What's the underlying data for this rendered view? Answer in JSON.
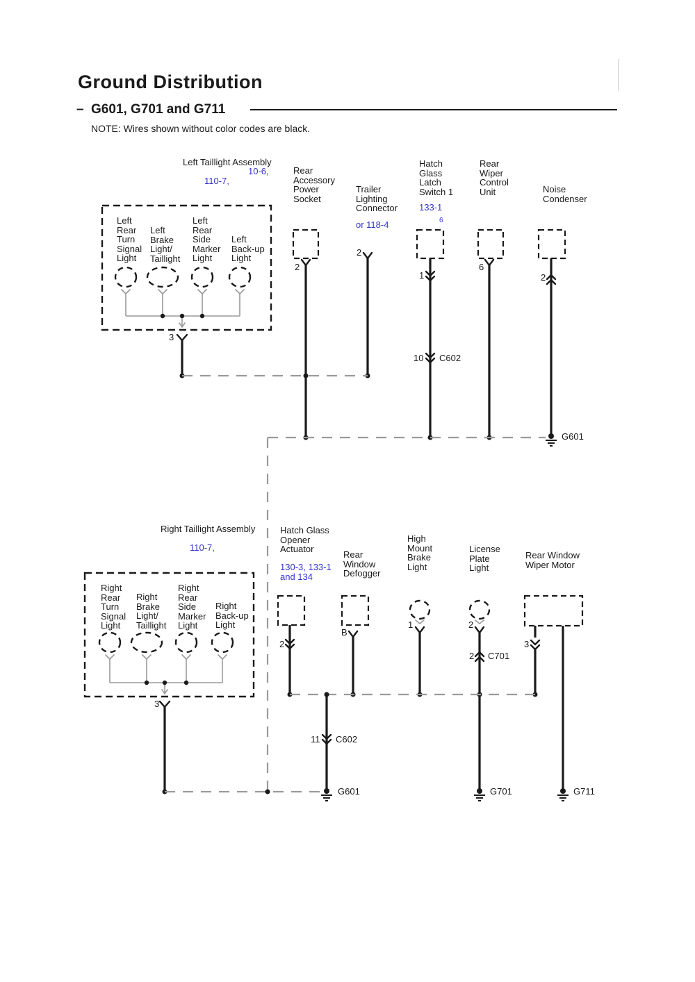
{
  "header": {
    "title": "Ground Distribution",
    "dash": "–",
    "subtitle": "G601, G701 and G711",
    "note": "NOTE: Wires shown without color codes are black."
  },
  "colors": {
    "ref_blue": "#3333cc",
    "wire_black": "#1a1a1a",
    "wire_gray": "#9a9a9a"
  },
  "left_assembly": {
    "title": "Left Taillight Assembly",
    "ref1": "10-6,",
    "ref2": "110-7,",
    "pin": "3",
    "bulbs": [
      "Left\nRear\nTurn\nSignal\nLight",
      "Left\nBrake\nLight/\nTaillight",
      "Left\nRear\nSide\nMarker\nLight",
      "Left\nBack-up\nLight"
    ]
  },
  "right_assembly": {
    "title": "Right Taillight Assembly",
    "ref": "110-7,",
    "pin": "3",
    "bulbs": [
      "Right\nRear\nTurn\nSignal\nLight",
      "Right\nBrake\nLight/\nTaillight",
      "Right\nRear\nSide\nMarker\nLight",
      "Right\nBack-up\nLight"
    ]
  },
  "components": {
    "rear_accessory": {
      "name": "Rear\nAccessory\nPower\nSocket",
      "pin": "2"
    },
    "trailer": {
      "name": "Trailer\nLighting\nConnector",
      "ref": "or 118-4",
      "pin": "2"
    },
    "hatch_latch": {
      "name": "Hatch\nGlass\nLatch\nSwitch 1",
      "ref": "133-1",
      "sup": "6",
      "pin": "1"
    },
    "wiper_unit": {
      "name": "Rear\nWiper\nControl\nUnit",
      "pin": "6"
    },
    "noise_condenser": {
      "name": "Noise\nCondenser",
      "pin": "2"
    },
    "hatch_opener": {
      "name": "Hatch Glass\nOpener\nActuator",
      "ref": "130-3, 133-1\nand 134",
      "pin": "2"
    },
    "defogger": {
      "name": "Rear\nWindow\nDefogger",
      "pin": "B"
    },
    "high_mount": {
      "name": "High\nMount\nBrake\nLight",
      "pin": "1"
    },
    "license": {
      "name": "License\nPlate\nLight",
      "pin": "2"
    },
    "wiper_motor": {
      "name": "Rear Window\nWiper Motor",
      "pin": "3"
    }
  },
  "connectors": {
    "c602_top": {
      "pin": "10",
      "name": "C602"
    },
    "c602_bottom": {
      "pin": "11",
      "name": "C602"
    },
    "c701": {
      "pin": "2",
      "name": "C701"
    }
  },
  "grounds": {
    "g601_top": "G601",
    "g601_bottom": "G601",
    "g701": "G701",
    "g711": "G711"
  }
}
